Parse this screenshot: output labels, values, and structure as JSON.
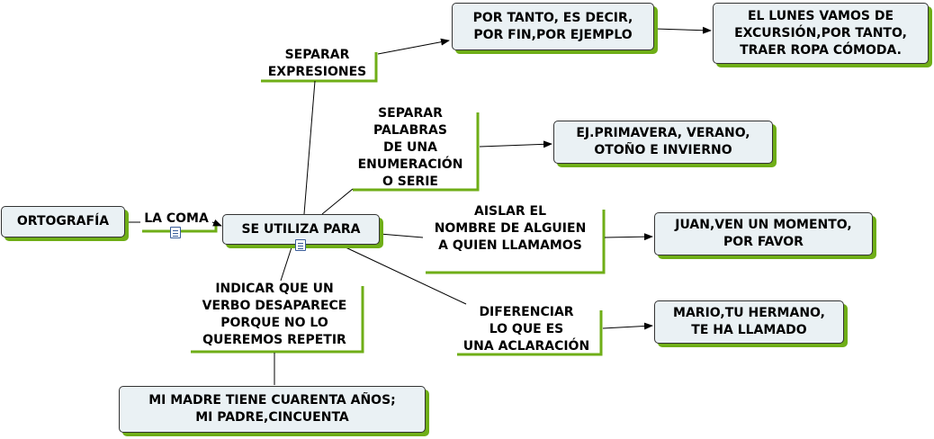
{
  "concepts": {
    "ortografia": "ORTOGRAFÍA",
    "se_utiliza_para": "SE UTILIZA PARA",
    "por_tanto": [
      "POR TANTO, ES DECIR,",
      "POR FIN,POR EJEMPLO"
    ],
    "el_lunes": [
      "EL LUNES VAMOS DE",
      "EXCURSIÓN,POR TANTO,",
      "TRAER ROPA CÓMODA."
    ],
    "primavera": [
      "EJ.PRIMAVERA, VERANO,",
      "OTOÑO E INVIERNO"
    ],
    "juan": [
      "JUAN,VEN UN MOMENTO,",
      "POR FAVOR"
    ],
    "mario": [
      "MARIO,TU HERMANO,",
      "TE HA LLAMADO"
    ],
    "mi_madre": [
      "MI MADRE TIENE CUARENTA AÑOS;",
      "MI PADRE,CINCUENTA"
    ]
  },
  "phrases": {
    "la_coma": "LA COMA",
    "separar_expresiones": [
      "SEPARAR",
      "EXPRESIONES"
    ],
    "separar_palabras": [
      "SEPARAR",
      "PALABRAS",
      "DE UNA",
      "ENUMERACIÓN",
      "O SERIE"
    ],
    "aislar": [
      "AISLAR EL",
      "NOMBRE DE ALGUIEN",
      "A QUIEN LLAMAMOS"
    ],
    "diferenciar": [
      "DIFERENCIAR",
      "LO QUE ES",
      "UNA ACLARACIÓN"
    ],
    "indicar": [
      "INDICAR QUE UN",
      "VERBO DESAPARECE",
      "PORQUE NO LO",
      "QUEREMOS REPETIR"
    ]
  },
  "colors": {
    "concept_fill": "#eaf1f4",
    "shadow_green": "#6fae17",
    "line": "#000000",
    "note_icon": "#3a5d9a"
  },
  "icons": [
    "note-icon"
  ]
}
